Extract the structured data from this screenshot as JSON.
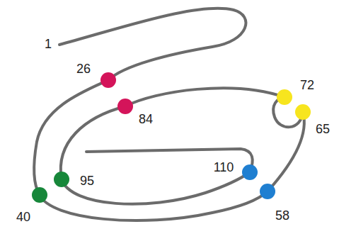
{
  "diagram": {
    "labels": [
      "1",
      "26",
      "84",
      "72",
      "65",
      "95",
      "110",
      "40",
      "58"
    ]
  }
}
